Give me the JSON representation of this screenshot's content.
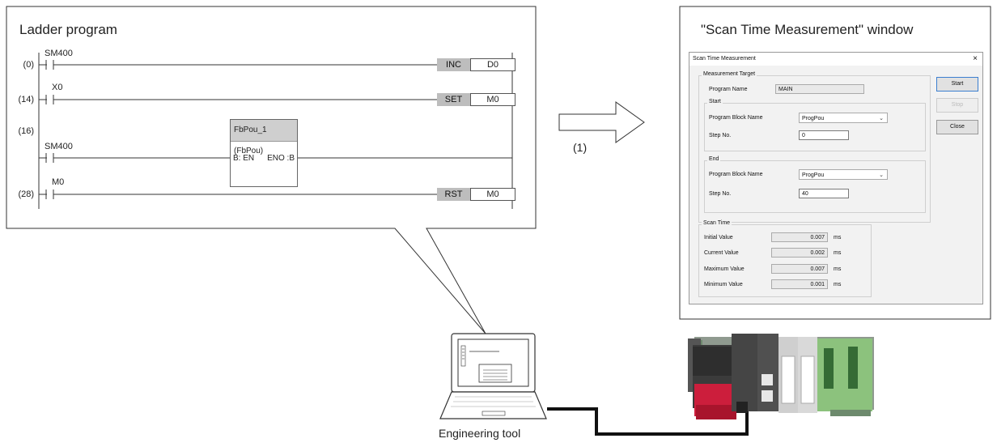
{
  "ladder": {
    "title": "Ladder program",
    "rungs": [
      {
        "num": "(0)",
        "contact": "SM400",
        "op": "INC",
        "arg": "D0"
      },
      {
        "num": "(14)",
        "contact": "X0",
        "op": "SET",
        "arg": "M0"
      },
      {
        "num": "(16)",
        "contact": "SM400",
        "fb_title": "FbPou_1   (FbPou)",
        "fb_in": "B: EN",
        "fb_out": "ENO :B"
      },
      {
        "num": "(28)",
        "contact": "M0",
        "op": "RST",
        "arg": "M0"
      }
    ]
  },
  "step_label": "(1)",
  "scan_panel": {
    "title": "\"Scan Time Measurement\" window"
  },
  "window": {
    "title": "Scan Time Measurement",
    "close": "×",
    "measurement_target": "Measurement Target",
    "program_name_label": "Program Name",
    "program_name_value": "MAIN",
    "start_group": "Start",
    "end_group": "End",
    "pb_name_label": "Program Block Name",
    "step_no_label": "Step No.",
    "start_pb_value": "ProgPou",
    "start_step_value": "0",
    "end_pb_value": "ProgPou",
    "end_step_value": "40",
    "scan_time_group": "Scan Time",
    "rows": [
      {
        "label": "Initial Value",
        "value": "0.007",
        "unit": "ms"
      },
      {
        "label": "Current Value",
        "value": "0.002",
        "unit": "ms"
      },
      {
        "label": "Maximum Value",
        "value": "0.007",
        "unit": "ms"
      },
      {
        "label": "Minimum Value",
        "value": "0.001",
        "unit": "ms"
      }
    ],
    "buttons": {
      "start": "Start",
      "stop": "Stop",
      "close": "Close"
    }
  },
  "engineering_tool_label": "Engineering tool"
}
